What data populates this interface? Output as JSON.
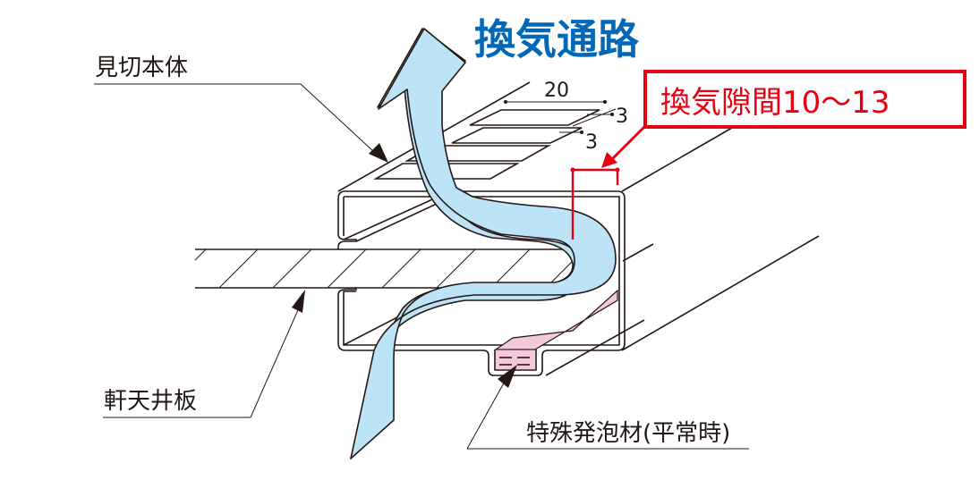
{
  "diagram": {
    "title": "換気通路",
    "gap_callout": "換気隙間10〜13",
    "labels": {
      "frame_body": "見切本体",
      "soffit_board": "軒天井板",
      "foam_material": "特殊発泡材(平常時)"
    },
    "dimensions": {
      "slot_length": "20",
      "slot_width": "3",
      "slot_pitch": "3"
    },
    "colors": {
      "airflow": "#bde3f7",
      "foam": "#f5c8dc",
      "title": "#0068b7",
      "callout": "#e60012",
      "line": "#231815"
    }
  }
}
